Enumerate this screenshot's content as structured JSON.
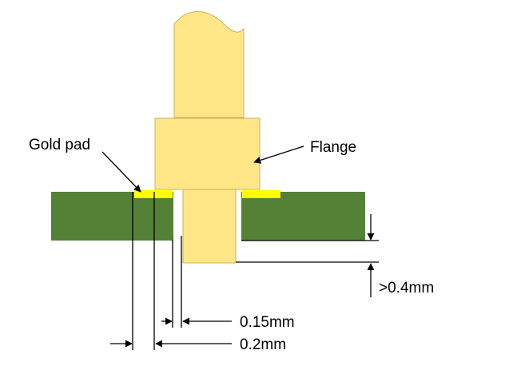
{
  "labels": {
    "gold_pad": "Gold pad",
    "flange": "Flange",
    "clearance_below": ">0.4mm",
    "gap_pin": "0.15mm",
    "gap_pad": "0.2mm"
  },
  "colors": {
    "pin_fill": "#FFE788",
    "pin_stroke": "#C9B25A",
    "pcb_fill": "#538135",
    "pad_fill": "#FFFF00",
    "line": "#000000",
    "background": "#FFFFFF"
  }
}
